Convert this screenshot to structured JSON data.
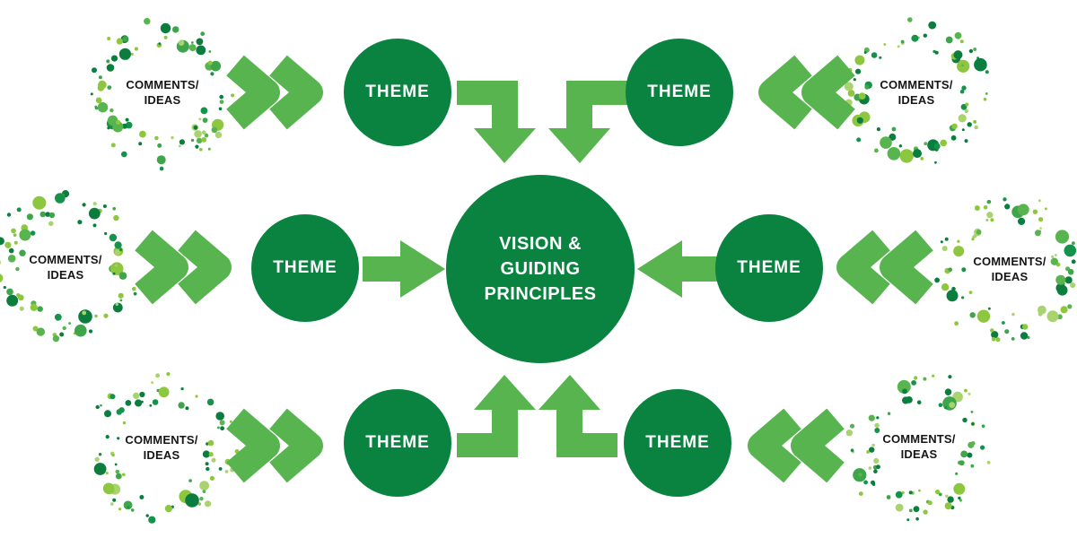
{
  "page": {
    "title": "Vision & Guiding Principles flow diagram"
  },
  "labels": {
    "center": "VISION &\nGUIDING\nPRINCIPLES",
    "theme": "THEME",
    "comments": "COMMENTS/\nIDEAS"
  },
  "colors": {
    "background": "#FFFFFF",
    "dark_green": "#0A8340",
    "arrow_green": "#57B44E",
    "label_on_green": "#FFFFFF",
    "comments_text": "#151515",
    "dot_palette": [
      "#0B7D3E",
      "#0B7D3E",
      "#15934A",
      "#3FA54B",
      "#57B44E",
      "#8DC63F",
      "#8DC63F",
      "#A9D36E"
    ]
  },
  "structure": {
    "type": "hub-and-spoke flow diagram",
    "hub": "VISION & GUIDING PRINCIPLES",
    "branches": [
      {
        "position": "top-left",
        "flow": [
          "COMMENTS/IDEAS",
          "THEME",
          "VISION & GUIDING PRINCIPLES"
        ]
      },
      {
        "position": "top-right",
        "flow": [
          "COMMENTS/IDEAS",
          "THEME",
          "VISION & GUIDING PRINCIPLES"
        ]
      },
      {
        "position": "middle-left",
        "flow": [
          "COMMENTS/IDEAS",
          "THEME",
          "VISION & GUIDING PRINCIPLES"
        ]
      },
      {
        "position": "middle-right",
        "flow": [
          "COMMENTS/IDEAS",
          "THEME",
          "VISION & GUIDING PRINCIPLES"
        ]
      },
      {
        "position": "bottom-left",
        "flow": [
          "COMMENTS/IDEAS",
          "THEME",
          "VISION & GUIDING PRINCIPLES"
        ]
      },
      {
        "position": "bottom-right",
        "flow": [
          "COMMENTS/IDEAS",
          "THEME",
          "VISION & GUIDING PRINCIPLES"
        ]
      }
    ]
  }
}
